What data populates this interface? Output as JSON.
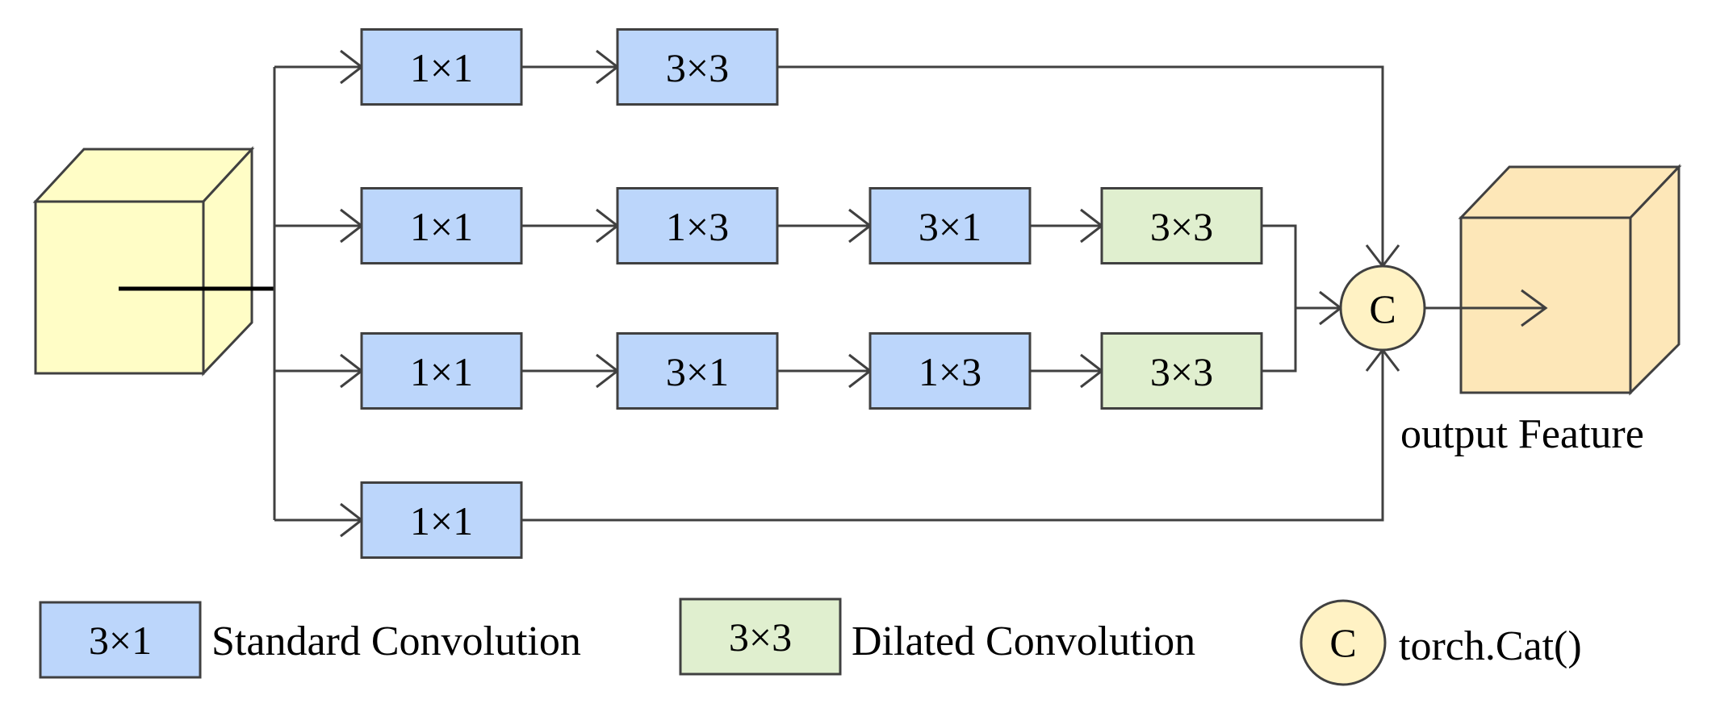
{
  "colors": {
    "standard_conv": "#bcd6fb",
    "dilated_conv": "#e0efcf",
    "concat_node": "#fff2c4",
    "input_cube": "#fffdc6",
    "output_cube": "#fde7b8",
    "line": "#404040"
  },
  "branches": [
    {
      "blocks": [
        {
          "label": "1×1",
          "kind": "standard"
        },
        {
          "label": "3×3",
          "kind": "standard"
        }
      ]
    },
    {
      "blocks": [
        {
          "label": "1×1",
          "kind": "standard"
        },
        {
          "label": "1×3",
          "kind": "standard"
        },
        {
          "label": "3×1",
          "kind": "standard"
        },
        {
          "label": "3×3",
          "kind": "dilated"
        }
      ]
    },
    {
      "blocks": [
        {
          "label": "1×1",
          "kind": "standard"
        },
        {
          "label": "3×1",
          "kind": "standard"
        },
        {
          "label": "1×3",
          "kind": "standard"
        },
        {
          "label": "3×3",
          "kind": "dilated"
        }
      ]
    },
    {
      "blocks": [
        {
          "label": "1×1",
          "kind": "standard"
        }
      ]
    }
  ],
  "concat_node": {
    "symbol": "C"
  },
  "output": {
    "label": "output Feature"
  },
  "legend": {
    "standard": {
      "box_label": "3×1",
      "text": "Standard Convolution"
    },
    "dilated": {
      "box_label": "3×3",
      "text": "Dilated Convolution"
    },
    "concat": {
      "symbol": "C",
      "text": "torch.Cat()"
    }
  }
}
